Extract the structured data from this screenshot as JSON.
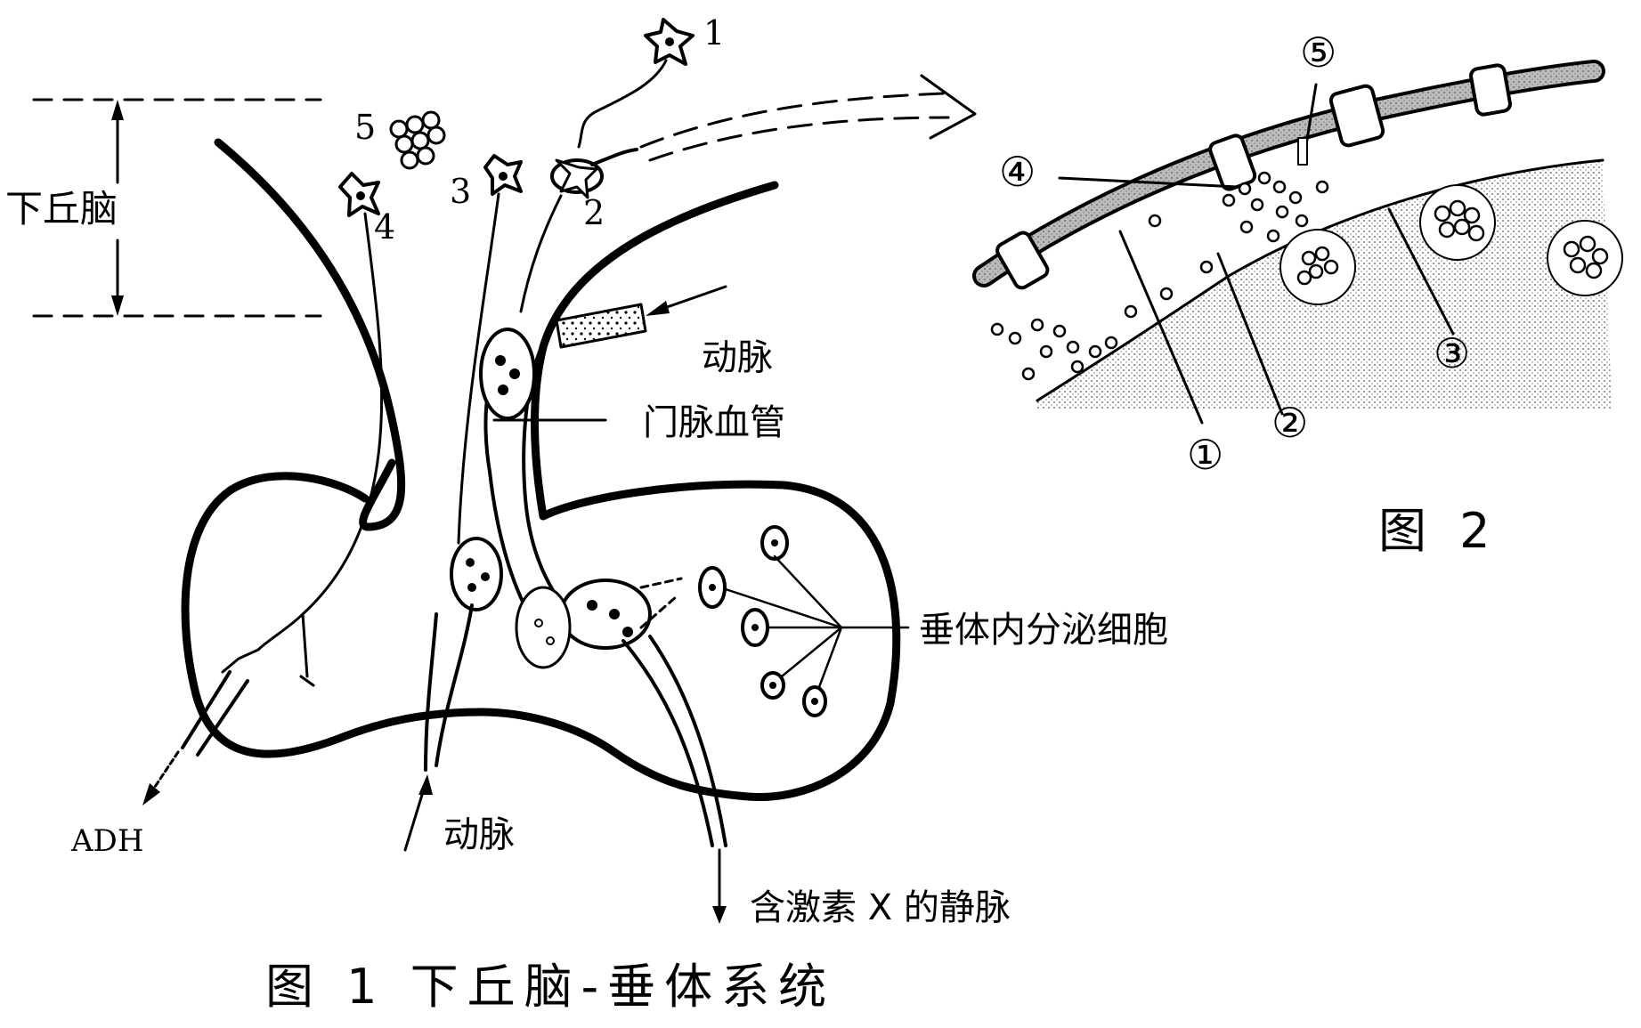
{
  "figure1": {
    "caption": "图 1 下丘脑-垂体系统",
    "hypothalamus_label": "下丘脑",
    "neuron_labels": [
      "1",
      "2",
      "3",
      "4",
      "5"
    ],
    "artery_top_label": "动脉",
    "portal_vessel_label": "门脉血管",
    "endocrine_cells_label": "垂体内分泌细胞",
    "adh_label": "ADH",
    "artery_bottom_label": "动脉",
    "vein_label": "含激素 X 的静脉"
  },
  "figure2": {
    "caption": "图 2",
    "part_labels": [
      "①",
      "②",
      "③",
      "④",
      "⑤"
    ]
  }
}
